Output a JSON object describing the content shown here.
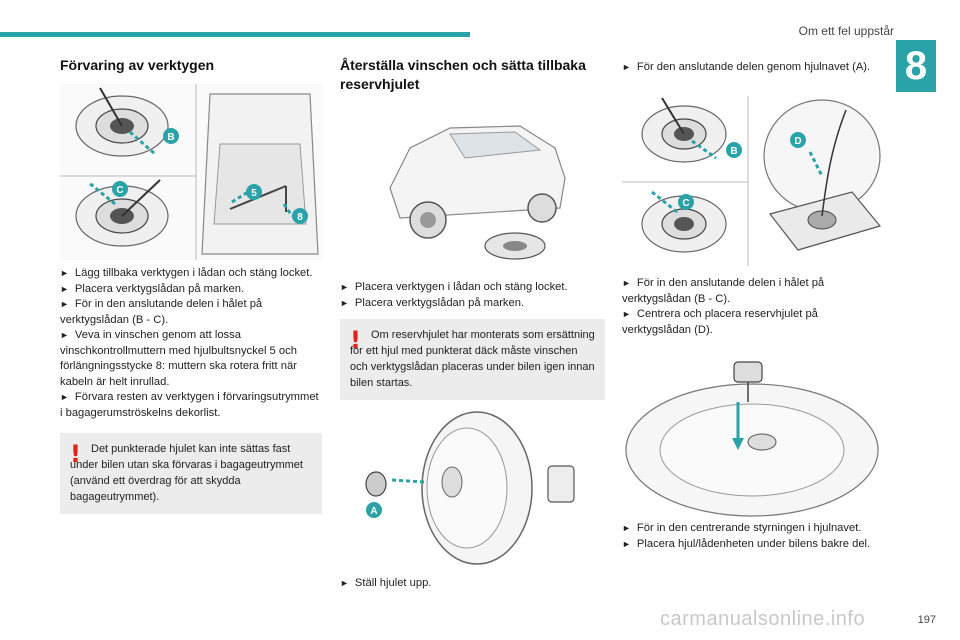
{
  "header": {
    "title": "Om ett fel uppstår",
    "chapter": "8"
  },
  "page_number": "197",
  "watermark": "carmanualsonline.info",
  "left": {
    "heading": "Förvaring av verktygen",
    "callouts": [
      "B",
      "C",
      "5",
      "8"
    ],
    "bullets": [
      "Lägg tillbaka verktygen i lådan och stäng locket.",
      "Placera verktygslådan på marken.",
      "För in den anslutande delen i hålet på verktygslådan (B - C).",
      "Veva in vinschen genom att lossa vinschkontrollmuttern med hjulbultsnyckel 5 och förlängningsstycke 8: muttern ska rotera fritt när kabeln är helt inrullad.",
      "Förvara resten av verktygen i förvaringsutrymmet i bagagerumströskelns dekorlist."
    ],
    "warning": "Det punkterade hjulet kan inte sättas fast under bilen utan ska förvaras i bagageutrymmet (använd ett överdrag för att skydda bagageutrymmet)."
  },
  "middle": {
    "heading": "Återställa vinschen och sätta tillbaka reservhjulet",
    "bullets": [
      "Placera verktygen i lådan och stäng locket.",
      "Placera verktygslådan på marken."
    ],
    "warning": "Om reservhjulet har monterats som ersättning för ett hjul med punkterat däck måste vinschen och verktygslådan placeras under bilen igen innan bilen startas.",
    "callout": "A",
    "bullet_after": "Ställ hjulet upp."
  },
  "right": {
    "bullet_top": "För den anslutande delen genom hjulnavet (A).",
    "callouts": [
      "B",
      "C",
      "D"
    ],
    "bullets_mid": [
      "För in den anslutande delen i hålet på verktygslådan (B - C).",
      "Centrera och placera reservhjulet på verktygslådan (D)."
    ],
    "bullets_bottom": [
      "För in den centrerande styrningen i hjulnavet.",
      "Placera hjul/lådenheten under bilens bakre del."
    ]
  },
  "colors": {
    "accent": "#2aa3a8",
    "warning": "#e2231a",
    "callout": "#2aa3a8"
  }
}
